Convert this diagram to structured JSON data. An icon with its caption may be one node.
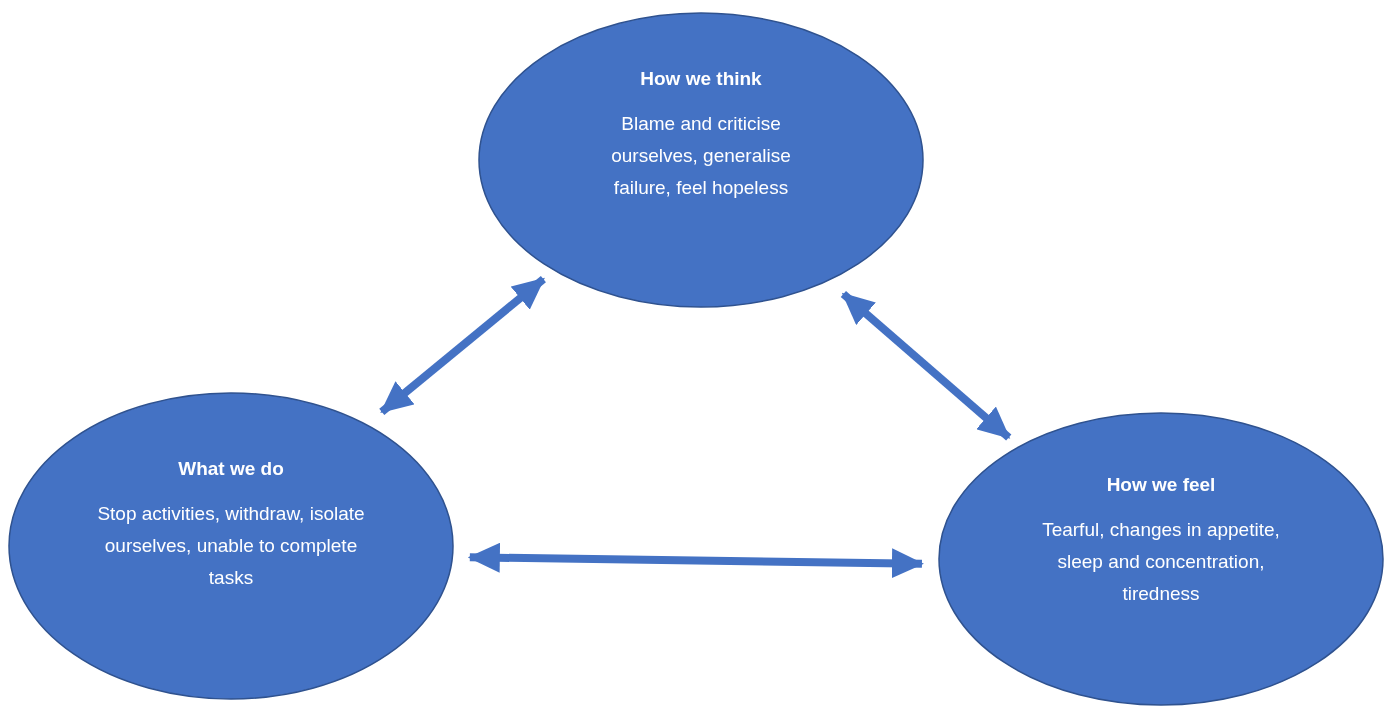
{
  "diagram": {
    "nodes": [
      {
        "text": [
          "How we think",
          "Blame and criticise ourselves, generalise failure, feel hopeless"
        ]
      },
      {
        "text": [
          "What we do",
          "Stop activities, withdraw, isolate ourselves, unable to complete tasks"
        ]
      },
      {
        "text": [
          "How we feel",
          "Tearful, changes in appetite, sleep and concentration, tiredness"
        ]
      }
    ],
    "edges": [
      {
        "from": 0,
        "to": 1,
        "arrow": "both"
      },
      {
        "from": 0,
        "to": 2,
        "arrow": "both"
      },
      {
        "from": 1,
        "to": 2,
        "arrow": "both"
      }
    ]
  }
}
